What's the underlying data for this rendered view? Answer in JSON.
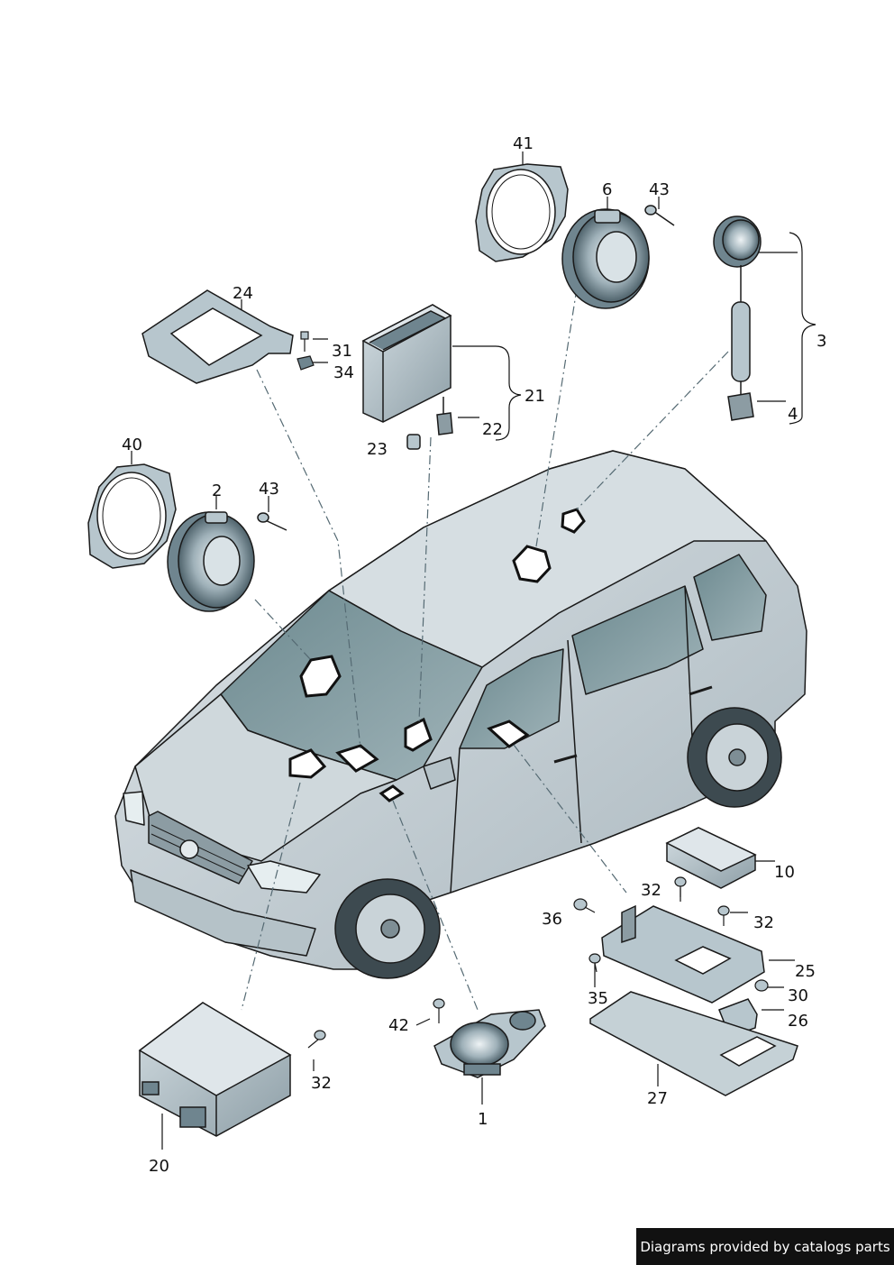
{
  "labels": {
    "l41": "41",
    "l6": "6",
    "l43a": "43",
    "l3": "3",
    "l4": "4",
    "l24": "24",
    "l31": "31",
    "l34": "34",
    "l21": "21",
    "l22": "22",
    "l23": "23",
    "l40": "40",
    "l2": "2",
    "l43b": "43",
    "l10": "10",
    "l32a": "32",
    "l36": "36",
    "l32b": "32",
    "l25": "25",
    "l35": "35",
    "l30": "30",
    "l26": "26",
    "l27": "27",
    "l42": "42",
    "l1": "1",
    "l32c": "32",
    "l20": "20"
  },
  "credit": "Diagrams provided by catalogs parts",
  "colors": {
    "body": "#c9d3d9",
    "body_dark": "#9aa8b0",
    "glass": "#5f7f86",
    "part": "#b7c6cd",
    "part_dark": "#6f858f",
    "outline": "#1a1a1a"
  }
}
